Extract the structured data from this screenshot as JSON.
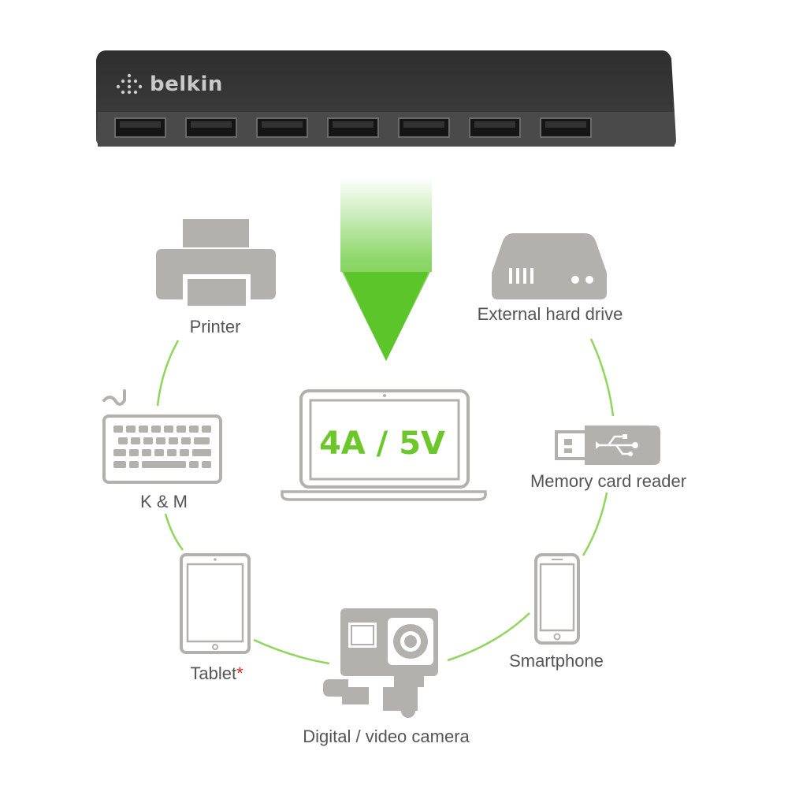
{
  "hub": {
    "brand": "belkin",
    "port_count": 7,
    "body_color": "#3a3a3a"
  },
  "arrow": {
    "color": "#5cc52a"
  },
  "center": {
    "spec": "4A / 5V",
    "spec_color": "#6cc72a",
    "icon": "laptop-icon"
  },
  "devices": [
    {
      "label": "Printer",
      "icon": "printer-icon"
    },
    {
      "label": "External hard drive",
      "icon": "hard-drive-icon"
    },
    {
      "label": "K & M",
      "icon": "keyboard-mouse-icon"
    },
    {
      "label": "Memory card reader",
      "icon": "usb-drive-icon"
    },
    {
      "label": "Tablet",
      "suffix": "*",
      "icon": "tablet-icon"
    },
    {
      "label": "Smartphone",
      "icon": "smartphone-icon"
    },
    {
      "label": "Digital / video camera",
      "icon": "action-camera-icon"
    }
  ],
  "colors": {
    "icon_gray": "#b3b1ae",
    "label_gray": "#555555",
    "ring_green": "#8fd65a",
    "asterisk_red": "#e02020"
  }
}
